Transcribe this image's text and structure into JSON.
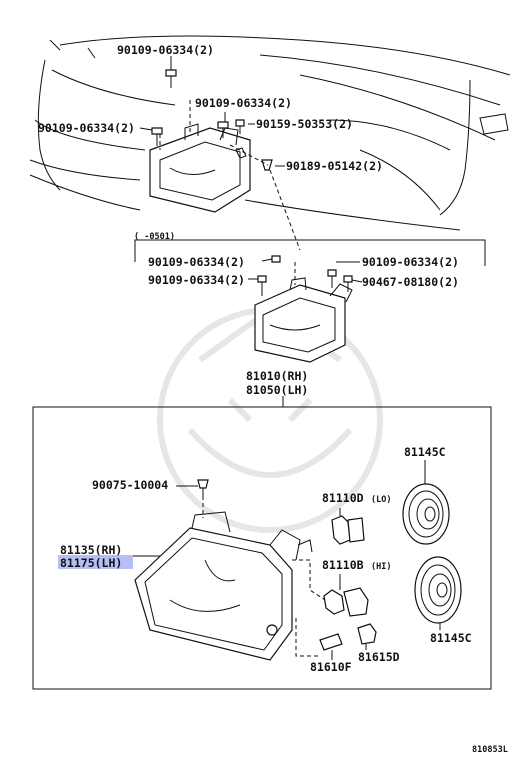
{
  "diagram": {
    "top_assembly": {
      "labels": [
        {
          "id": "bolt-top",
          "text": "90109-06334(2)"
        },
        {
          "id": "bolt-mid",
          "text": "90109-06334(2)"
        },
        {
          "id": "bolt-left",
          "text": "90109-06334(2)"
        },
        {
          "id": "screw",
          "text": "90159-50353(2)"
        },
        {
          "id": "clip",
          "text": "90189-05142(2)"
        }
      ]
    },
    "variant_box": {
      "date_range": "(    -0501)",
      "labels": [
        {
          "id": "v-bolt-a",
          "text": "90109-06334(2)"
        },
        {
          "id": "v-bolt-b",
          "text": "90109-06334(2)"
        },
        {
          "id": "v-bolt-c",
          "text": "90109-06334(2)"
        },
        {
          "id": "v-bolt-d",
          "text": "90467-08180(2)"
        }
      ]
    },
    "headlamp_assembly": {
      "rh": "81010(RH)",
      "lh": "81050(LH)"
    },
    "detail_box": {
      "labels": {
        "screw": "90075-10004",
        "lens_rh": "81135(RH)",
        "lens_lh": "81175(LH)",
        "bulb_lo": "81110D",
        "bulb_lo_tag": "(LO)",
        "bulb_hi": "81110B",
        "bulb_hi_tag": "(HI)",
        "cover_top": "81145C",
        "cover_bottom": "81145C",
        "socket": "81615D",
        "holder": "81610F"
      }
    },
    "diagram_code": "810853L",
    "highlight_color": "#a9b3f2"
  }
}
